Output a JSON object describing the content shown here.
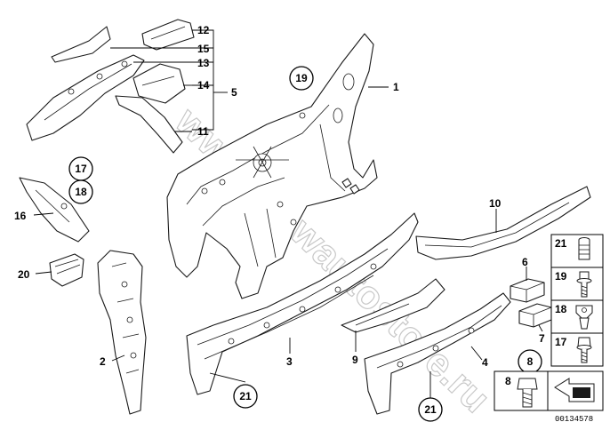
{
  "watermark": "www.bmwautostore.ru",
  "callouts": {
    "c1": "1",
    "c2": "2",
    "c3": "3",
    "c4": "4",
    "c5": "5",
    "c6": "6",
    "c7": "7",
    "c9": "9",
    "c10": "10",
    "c11": "11",
    "c12": "12",
    "c13": "13",
    "c14": "14",
    "c15": "15",
    "c16": "16",
    "c20": "20"
  },
  "circled": {
    "c19": "19",
    "c17": "17",
    "c18": "18",
    "c8": "8",
    "c21a": "21",
    "c21b": "21"
  },
  "legend": {
    "items": [
      "21",
      "19",
      "18",
      "17",
      "8"
    ]
  },
  "doc_id": "00134578"
}
